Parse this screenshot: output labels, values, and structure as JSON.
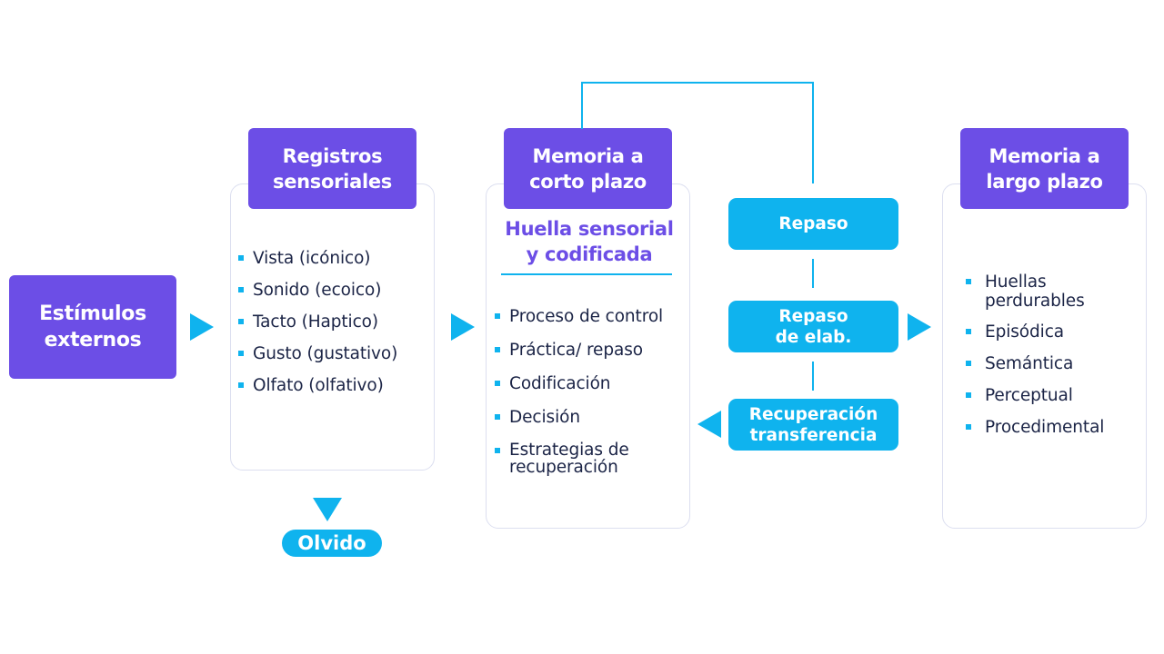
{
  "colors": {
    "purple": "#6c4ee6",
    "cyan": "#0fb3ee",
    "text_dark": "#1b2446",
    "panel_border": "#dcdff0"
  },
  "estimulos": {
    "line1": "Estímulos",
    "line2": "externos"
  },
  "registros": {
    "header_line1": "Registros",
    "header_line2": "sensoriales",
    "items": [
      "Vista (icónico)",
      "Sonido (ecoico)",
      "Tacto (Haptico)",
      "Gusto (gustativo)",
      "Olfato (olfativo)"
    ]
  },
  "olvido": {
    "label": "Olvido"
  },
  "corto": {
    "header_line1": "Memoria a",
    "header_line2": "corto plazo",
    "subtitle_line1": "Huella sensorial",
    "subtitle_line2": "y codificada",
    "items": [
      "Proceso de control",
      "Práctica/ repaso",
      "Codificación",
      "Decisión"
    ],
    "item_multi_line1": "Estrategias de",
    "item_multi_line2": "recuperación"
  },
  "processes": {
    "repaso": "Repaso",
    "repaso_elab_line1": "Repaso",
    "repaso_elab_line2": "de elab.",
    "recuperacion_line1": "Recuperación",
    "recuperacion_line2": "transferencia"
  },
  "largo": {
    "header_line1": "Memoria a",
    "header_line2": "largo plazo",
    "item_multi_line1": "Huellas",
    "item_multi_line2": "perdurables",
    "items": [
      "Episódica",
      "Semántica",
      "Perceptual",
      "Procedimental"
    ]
  }
}
